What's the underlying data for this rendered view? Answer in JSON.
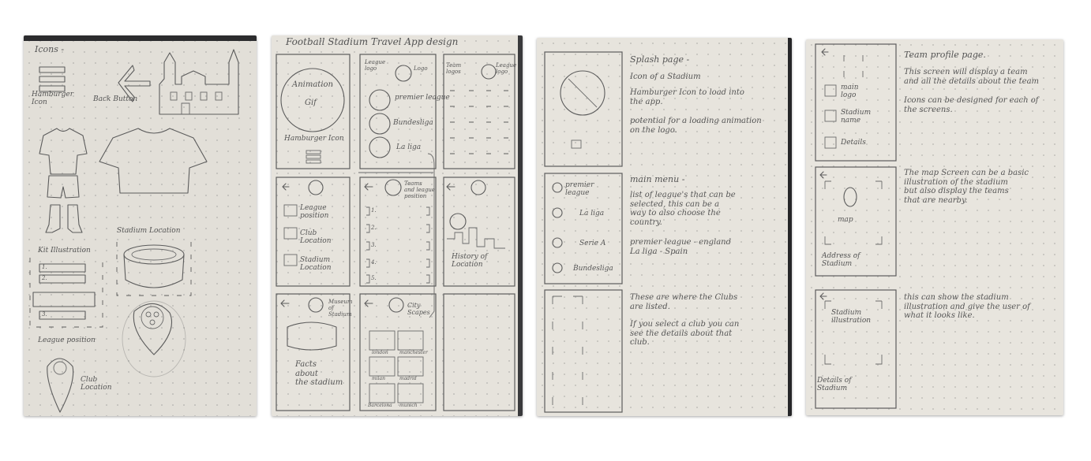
{
  "page1": {
    "title": "Icons -",
    "hamburger": "Hamburger\nIcon",
    "back": "Back Button",
    "kit": "Kit Illustration",
    "stadium_location": "Stadium Location",
    "league_position": "League position",
    "club_location": "Club\nLocation",
    "rows": [
      "1.",
      "2.",
      "3."
    ]
  },
  "page2": {
    "title": "Football Stadium Travel App design",
    "animation": "Animation",
    "gif": "Gif",
    "hamburger": "Hamburger Icon",
    "league_note": "League\nlogo",
    "logo_note": "Logo",
    "leagues": [
      "premier league",
      "Bundesliga",
      "La liga"
    ],
    "team_logos": "Team\nlogos",
    "league_logo": "League\nlogo",
    "league_position": "League\nposition",
    "club_location": "Club\nLocation",
    "stadium_location": "Stadium\nLocation",
    "teams_note": "Teams\nand league\nposition",
    "rows": [
      "1.",
      "2.",
      "3.",
      "4.",
      "5."
    ],
    "history": "History of\nLocation",
    "museum": "Museum\nof\nStadium",
    "facts": "Facts\nabout\nthe stadium",
    "city": "City\nScapes",
    "cities": [
      "london",
      "manchester",
      "milan",
      "madrid",
      "Barcelona",
      "munich"
    ]
  },
  "page3": {
    "splash_title": "Splash page -",
    "splash_1": "Icon of a Stadium",
    "splash_2": "Hamburger Icon to load into\nthe app.",
    "splash_3": "potential for a loading animation\non the logo.",
    "menu_title": "main menu -",
    "menu_1": "list of league's that can be\nselected, this can be a\nway to also choose the\ncountry.",
    "menu_2": "premier league - england\nLa liga - Spain",
    "menu_items": [
      "premier\nleague",
      "La liga",
      "Serie A",
      "Bundesliga"
    ],
    "clubs_1": "These are where the Clubs\nare listed.",
    "clubs_2": "If you select a club you can\nsee the details about that\nclub."
  },
  "page4": {
    "profile_title": "Team profile page.",
    "profile_1": "This screen will display a team\nand all the details about the team",
    "profile_2": "Icons can be designed for each of\nthe screens.",
    "team_items": [
      "main\nlogo",
      "Stadium\nname",
      "Details"
    ],
    "map_text": "The map Screen can be a basic\nillustration of the stadium\nbut also display the teams\nthat are nearby.",
    "map": "map",
    "address": "Address of\nStadium",
    "stadium_text": "this can show the stadium\nillustration and give the user of\nwhat it looks like.",
    "stadium_illustration": "Stadium\nillustration",
    "details": "Details of\nStadium"
  }
}
